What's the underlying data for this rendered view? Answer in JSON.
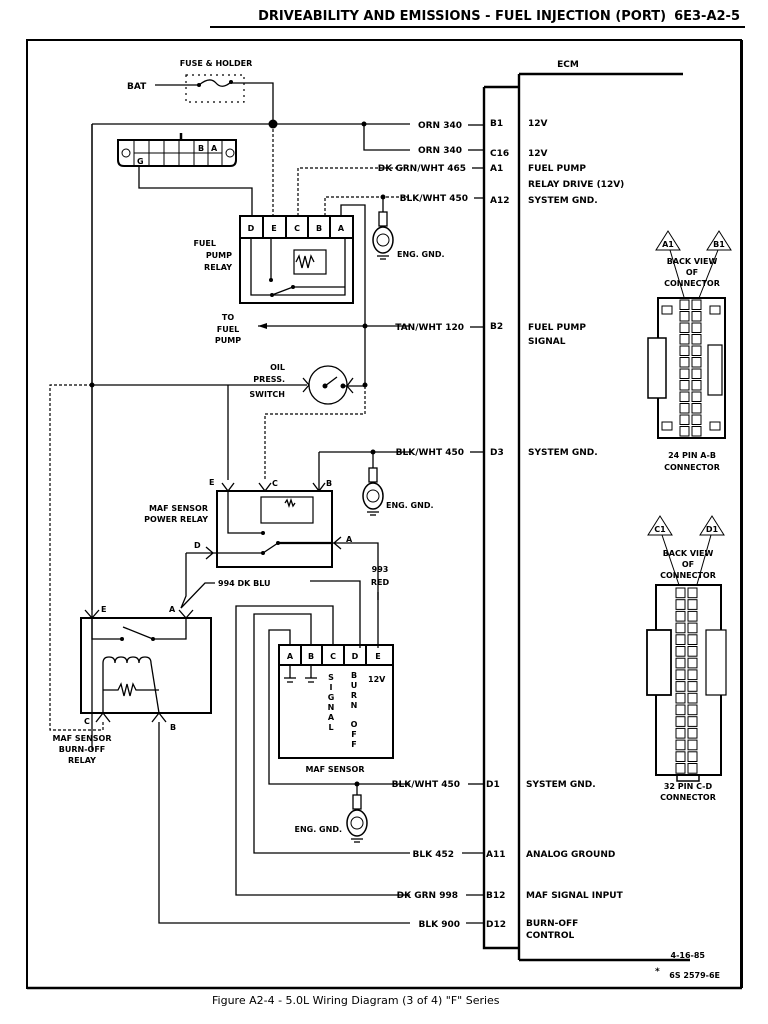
{
  "header": {
    "title": "DRIVEABILITY AND EMISSIONS - FUEL INJECTION (PORT)",
    "page_code": "6E3-A2-5"
  },
  "caption": "Figure A2-4 - 5.0L Wiring Diagram (3 of 4) \"F\" Series",
  "footer": {
    "date": "4-16-85",
    "ref_mark": "*",
    "ref_code": "6S 2579-6E"
  },
  "ecm": {
    "title": "ECM",
    "pins": [
      {
        "wire": "ORN 340",
        "pin": "B1",
        "function": [
          "12V"
        ]
      },
      {
        "wire": "ORN 340",
        "pin": "C16",
        "function": [
          "12V"
        ]
      },
      {
        "wire": "DK GRN/WHT 465",
        "pin": "A1",
        "function": [
          "FUEL PUMP",
          "RELAY DRIVE (12V)"
        ]
      },
      {
        "wire": "BLK/WHT 450",
        "pin": "A12",
        "function": [
          "SYSTEM GND."
        ]
      },
      {
        "wire": "TAN/WHT 120",
        "pin": "B2",
        "function": [
          "FUEL PUMP",
          "SIGNAL"
        ]
      },
      {
        "wire": "BLK/WHT 450",
        "pin": "D3",
        "function": [
          "SYSTEM GND."
        ]
      },
      {
        "wire": "BLK/WHT 450",
        "pin": "D1",
        "function": [
          "SYSTEM GND."
        ]
      },
      {
        "wire": "BLK 452",
        "pin": "A11",
        "function": [
          "ANALOG GROUND"
        ]
      },
      {
        "wire": "DK GRN 998",
        "pin": "B12",
        "function": [
          "MAF SIGNAL INPUT"
        ]
      },
      {
        "wire": "BLK 900",
        "pin": "D12",
        "function": [
          "BURN-OFF",
          "CONTROL"
        ]
      }
    ]
  },
  "components": {
    "bat": "BAT",
    "fuse": "FUSE & HOLDER",
    "aldl_pins": {
      "b": "B",
      "a": "A",
      "g": "G"
    },
    "fuel_pump_relay": {
      "label": [
        "FUEL",
        "PUMP",
        "RELAY"
      ],
      "pins": [
        "D",
        "E",
        "C",
        "B",
        "A"
      ]
    },
    "eng_gnd": "ENG. GND.",
    "to_fuel_pump": [
      "TO",
      "FUEL",
      "PUMP"
    ],
    "oil_switch": [
      "OIL",
      "PRESS.",
      "SWITCH"
    ],
    "maf_power_relay": {
      "label": [
        "MAF SENSOR",
        "POWER RELAY"
      ],
      "pins": {
        "e": "E",
        "c": "C",
        "b": "B",
        "d": "D",
        "a": "A"
      }
    },
    "wire_994": "994 DK BLU",
    "wire_993": [
      "993",
      "RED"
    ],
    "maf_burnoff_relay": {
      "label": [
        "MAF SENSOR",
        "BURN-OFF",
        "RELAY"
      ],
      "pins": {
        "e": "E",
        "a": "A",
        "c": "C",
        "b": "B"
      }
    },
    "maf_sensor": {
      "label": "MAF SENSOR",
      "pins": [
        "A",
        "B",
        "C",
        "D",
        "E"
      ],
      "signal": [
        "S",
        "I",
        "G",
        "N",
        "A",
        "L"
      ],
      "burnoff": [
        "B",
        "U",
        "R",
        "N",
        "",
        "O",
        "F",
        "F"
      ],
      "v12": "12V"
    }
  },
  "connectors": [
    {
      "callouts": [
        "A1",
        "B1"
      ],
      "view": [
        "BACK VIEW",
        "OF",
        "CONNECTOR"
      ],
      "name": [
        "24 PIN A-B",
        "CONNECTOR"
      ]
    },
    {
      "callouts": [
        "C1",
        "D1"
      ],
      "view": [
        "BACK VIEW",
        "OF",
        "CONNECTOR"
      ],
      "name": [
        "32 PIN C-D",
        "CONNECTOR"
      ]
    }
  ]
}
